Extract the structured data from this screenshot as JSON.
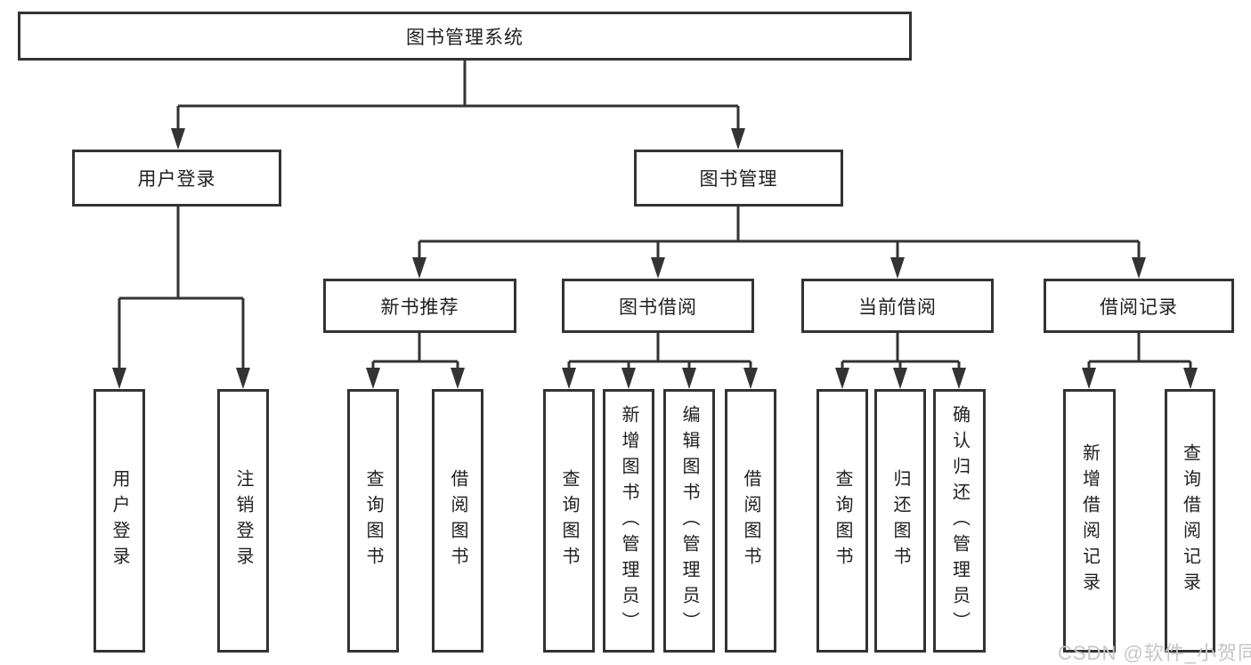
{
  "diagram": {
    "type": "tree",
    "nodes": {
      "root": "图书管理系统",
      "user_login": "用户登录",
      "book_management": "图书管理",
      "new_book_recommend": "新书推荐",
      "book_borrowing": "图书借阅",
      "current_borrowing": "当前借阅",
      "borrowing_records": "借阅记录",
      "leaf_user_login": "用户登录",
      "leaf_logout": "注销登录",
      "leaf_query_books_a": "查询图书",
      "leaf_borrow_books_a": "借阅图书",
      "leaf_query_books_b": "查询图书",
      "leaf_add_book_admin": "新增图书（管理员）",
      "leaf_edit_book_admin": "编辑图书（管理员）",
      "leaf_borrow_books_b": "借阅图书",
      "leaf_query_books_c": "查询图书",
      "leaf_return_books": "归还图书",
      "leaf_confirm_return_admin": "确认归还（管理员）",
      "leaf_add_borrow_record": "新增借阅记录",
      "leaf_query_borrow_record": "查询借阅记录"
    },
    "edges": [
      [
        "root",
        "user_login"
      ],
      [
        "root",
        "book_management"
      ],
      [
        "user_login",
        "leaf_user_login"
      ],
      [
        "user_login",
        "leaf_logout"
      ],
      [
        "book_management",
        "new_book_recommend"
      ],
      [
        "book_management",
        "book_borrowing"
      ],
      [
        "book_management",
        "current_borrowing"
      ],
      [
        "book_management",
        "borrowing_records"
      ],
      [
        "new_book_recommend",
        "leaf_query_books_a"
      ],
      [
        "new_book_recommend",
        "leaf_borrow_books_a"
      ],
      [
        "book_borrowing",
        "leaf_query_books_b"
      ],
      [
        "book_borrowing",
        "leaf_add_book_admin"
      ],
      [
        "book_borrowing",
        "leaf_edit_book_admin"
      ],
      [
        "book_borrowing",
        "leaf_borrow_books_b"
      ],
      [
        "current_borrowing",
        "leaf_query_books_c"
      ],
      [
        "current_borrowing",
        "leaf_return_books"
      ],
      [
        "current_borrowing",
        "leaf_confirm_return_admin"
      ],
      [
        "borrowing_records",
        "leaf_add_borrow_record"
      ],
      [
        "borrowing_records",
        "leaf_query_borrow_record"
      ]
    ]
  },
  "watermark": "CSDN @软件_小贺同学",
  "colors": {
    "line": "#333333",
    "box_border": "#333333",
    "text": "#1f1f1f",
    "watermark": "#c6c6c6",
    "background": "#ffffff"
  }
}
